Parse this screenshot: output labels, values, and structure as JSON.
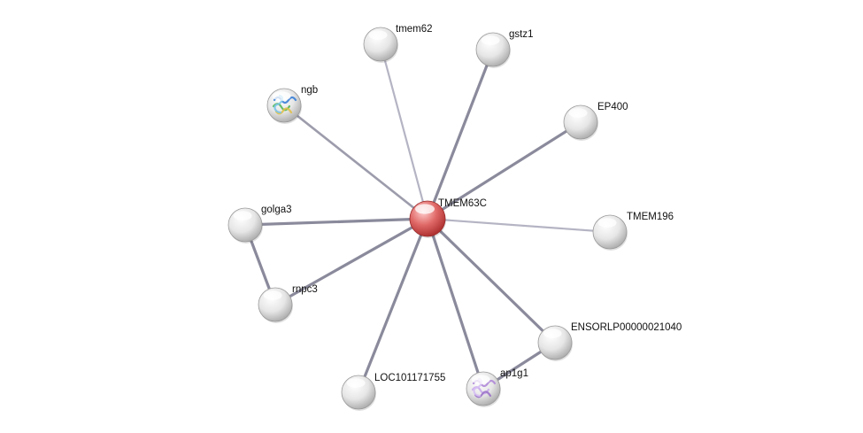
{
  "network": {
    "center": {
      "id": "TMEM63C",
      "label": "TMEM63C",
      "color": "#d9534f"
    },
    "nodes": [
      {
        "id": "tmem62",
        "label": "tmem62",
        "icon": "none"
      },
      {
        "id": "gstz1",
        "label": "gstz1",
        "icon": "none"
      },
      {
        "id": "ngb",
        "label": "ngb",
        "icon": "protein-structure-icon"
      },
      {
        "id": "EP400",
        "label": "EP400",
        "icon": "none"
      },
      {
        "id": "golga3",
        "label": "golga3",
        "icon": "none"
      },
      {
        "id": "TMEM196",
        "label": "TMEM196",
        "icon": "none"
      },
      {
        "id": "rnpc3",
        "label": "rnpc3",
        "icon": "none"
      },
      {
        "id": "ENSORLP00000021040",
        "label": "ENSORLP00000021040",
        "icon": "none"
      },
      {
        "id": "LOC101171755",
        "label": "LOC101171755",
        "icon": "none"
      },
      {
        "id": "ap1g1",
        "label": "ap1g1",
        "icon": "protein-structure-icon"
      }
    ],
    "edges": [
      {
        "from": "TMEM63C",
        "to": "tmem62",
        "strength": "light"
      },
      {
        "from": "TMEM63C",
        "to": "gstz1",
        "strength": "strong"
      },
      {
        "from": "TMEM63C",
        "to": "ngb",
        "strength": "medium"
      },
      {
        "from": "TMEM63C",
        "to": "EP400",
        "strength": "strong"
      },
      {
        "from": "TMEM63C",
        "to": "golga3",
        "strength": "strong"
      },
      {
        "from": "TMEM63C",
        "to": "TMEM196",
        "strength": "light"
      },
      {
        "from": "TMEM63C",
        "to": "rnpc3",
        "strength": "strong"
      },
      {
        "from": "TMEM63C",
        "to": "ENSORLP00000021040",
        "strength": "strong"
      },
      {
        "from": "TMEM63C",
        "to": "LOC101171755",
        "strength": "strong"
      },
      {
        "from": "TMEM63C",
        "to": "ap1g1",
        "strength": "strong"
      },
      {
        "from": "golga3",
        "to": "rnpc3",
        "strength": "strong"
      },
      {
        "from": "ENSORLP00000021040",
        "to": "ap1g1",
        "strength": "strong"
      }
    ],
    "colors": {
      "node_fill": "#e6e6e6",
      "center_fill": "#d9534f",
      "edge_light": "#b4b4c4",
      "edge_medium": "#9c9cac",
      "edge_strong": "#8a8a9c"
    }
  }
}
